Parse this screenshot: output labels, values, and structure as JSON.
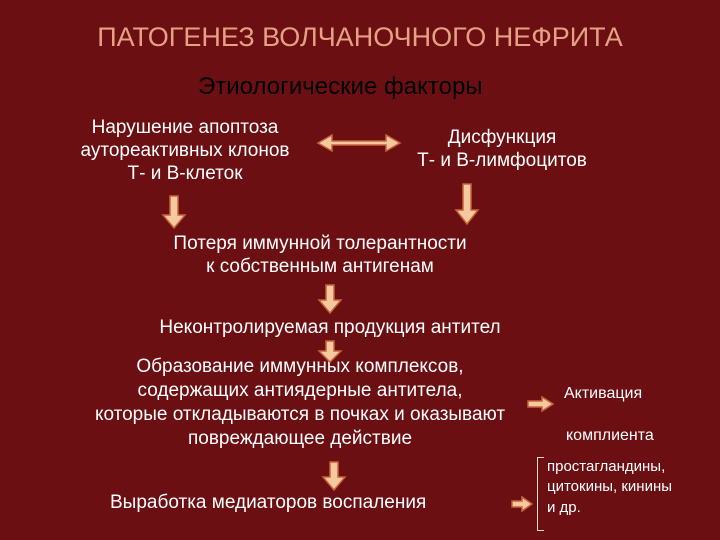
{
  "title": "ПАТОГЕНЕЗ ВОЛЧАНОЧНОГО НЕФРИТА",
  "subtitle": "Этиологические факторы",
  "factors": {
    "left": [
      "Нарушение апоптоза",
      "аутореактивных клонов",
      "Т- и В-клеток"
    ],
    "right": [
      "Дисфункция",
      "Т- и В-лимфоцитов"
    ]
  },
  "steps": {
    "tolerance": [
      "Потеря иммунной толерантности",
      "к собственным антигенам"
    ],
    "antibodies": "Неконтролируемая продукция антител",
    "complexes": [
      "Образование иммунных комплексов,",
      "содержащих антиядерные антитела,",
      "которые откладываются в почках и оказывают",
      "повреждающее действие"
    ],
    "mediators": "Выработка медиаторов воспаления"
  },
  "side": {
    "activation": "Активация",
    "complement": "комплиента",
    "mediator_list": [
      "простагландины,",
      "цитокины, кинины",
      "и др."
    ]
  },
  "colors": {
    "background": "#6b0f12",
    "title": "#e6a184",
    "arrow": "#f4c9a0",
    "arrow_stroke": "#c8623a",
    "text": "#ffffff"
  }
}
